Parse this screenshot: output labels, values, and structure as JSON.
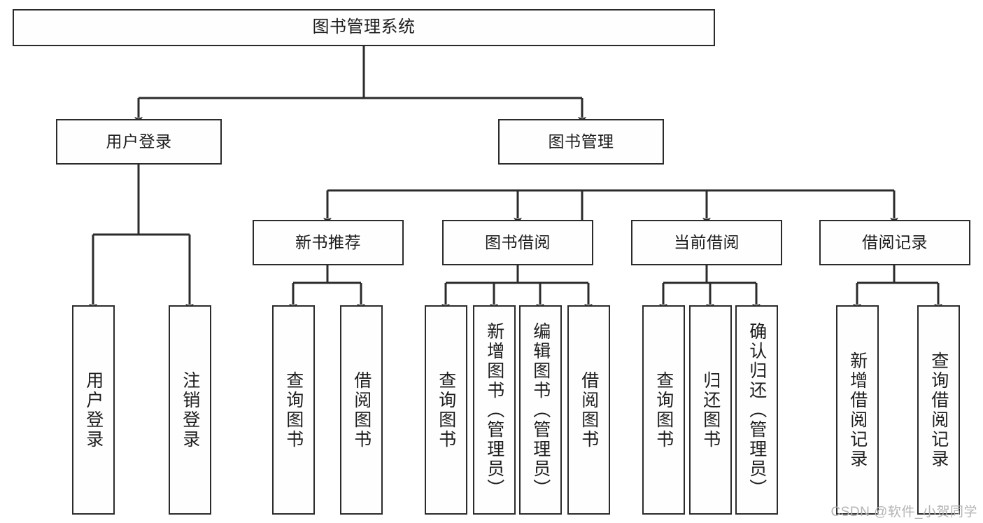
{
  "diagram": {
    "type": "tree",
    "title": "图书管理系统",
    "watermark": "CSDN @软件_小贺同学",
    "colors": {
      "box_border": "#2b2b2b",
      "box_fill": "#fefefe",
      "line": "#2b2b2b",
      "text": "#1d1d1d",
      "watermark": "#b4b4b4",
      "background": "#ffffff"
    },
    "nodes": {
      "root": {
        "label": "图书管理系统"
      },
      "level2": [
        {
          "label": "用户登录"
        },
        {
          "label": "图书管理"
        }
      ],
      "level3": [
        {
          "label": "新书推荐"
        },
        {
          "label": "图书借阅"
        },
        {
          "label": "当前借阅"
        },
        {
          "label": "借阅记录"
        }
      ],
      "leaves_user_login": [
        {
          "label": "用户登录"
        },
        {
          "label": "注销登录"
        }
      ],
      "leaves_new_book": [
        {
          "label": "查询图书"
        },
        {
          "label": "借阅图书"
        }
      ],
      "leaves_borrow": [
        {
          "label": "查询图书"
        },
        {
          "label": "新增图书（管理员）"
        },
        {
          "label": "编辑图书（管理员）"
        },
        {
          "label": "借阅图书"
        }
      ],
      "leaves_current": [
        {
          "label": "查询图书"
        },
        {
          "label": "归还图书"
        },
        {
          "label": "确认归还（管理员）"
        }
      ],
      "leaves_record": [
        {
          "label": "新增借阅记录"
        },
        {
          "label": "查询借阅记录"
        }
      ]
    }
  }
}
